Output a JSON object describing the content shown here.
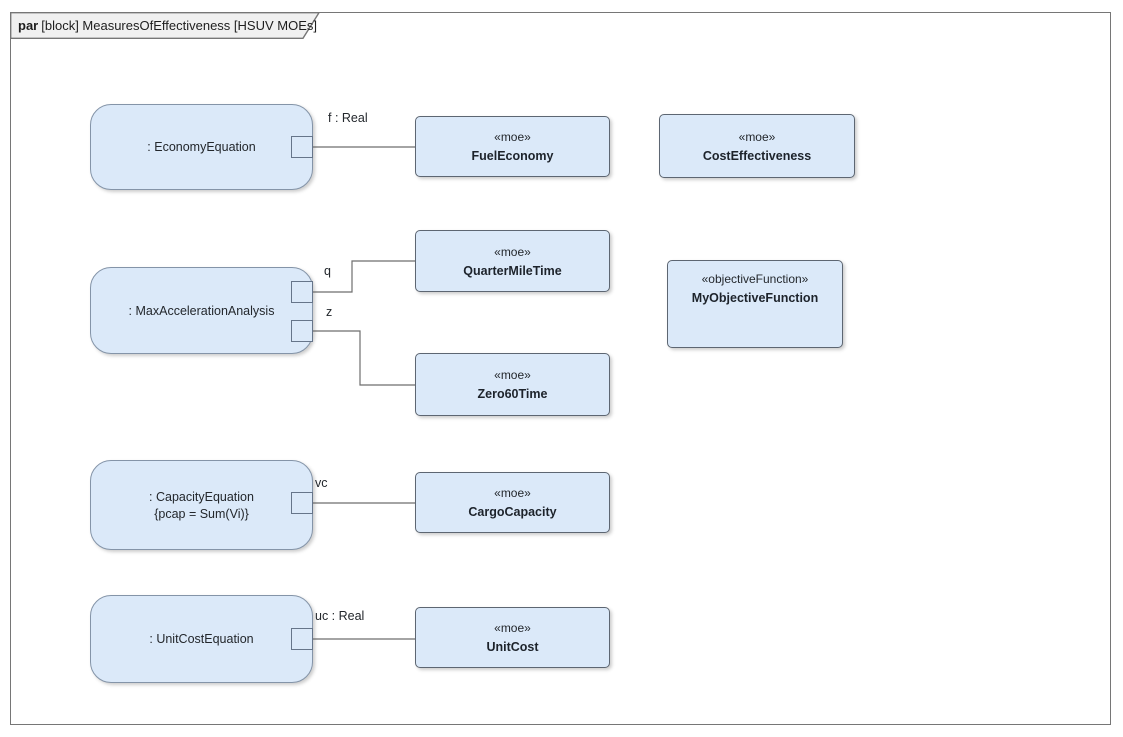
{
  "frame": {
    "kind": "par",
    "title": "[block] MeasuresOfEffectiveness [HSUV MOEs]"
  },
  "colors": {
    "element_fill": "#dbe9f9",
    "rounded_block_border": "#8494a8",
    "stereotype_box_border": "#5d6672",
    "connector": "#6e6e6e",
    "frame_border": "#767676",
    "tab_fill": "#f0f0f0",
    "text": "#23272c"
  },
  "constraint_blocks": [
    {
      "name": ": EconomyEquation",
      "constraint": ""
    },
    {
      "name": ": MaxAccelerationAnalysis",
      "constraint": ""
    },
    {
      "name": ": CapacityEquation",
      "constraint": "{pcap = Sum(Vi)}"
    },
    {
      "name": ": UnitCostEquation",
      "constraint": ""
    }
  ],
  "stereotype_boxes": [
    {
      "stereotype": "«moe»",
      "name": "FuelEconomy"
    },
    {
      "stereotype": "«moe»",
      "name": "CostEffectiveness"
    },
    {
      "stereotype": "«moe»",
      "name": "QuarterMileTime"
    },
    {
      "stereotype": "«objectiveFunction»",
      "name": "MyObjectiveFunction"
    },
    {
      "stereotype": "«moe»",
      "name": "Zero60Time"
    },
    {
      "stereotype": "«moe»",
      "name": "CargoCapacity"
    },
    {
      "stereotype": "«moe»",
      "name": "UnitCost"
    }
  ],
  "connectors": [
    {
      "label": "f : Real"
    },
    {
      "label": "q"
    },
    {
      "label": "z"
    },
    {
      "label": "vc"
    },
    {
      "label": "uc : Real"
    }
  ]
}
